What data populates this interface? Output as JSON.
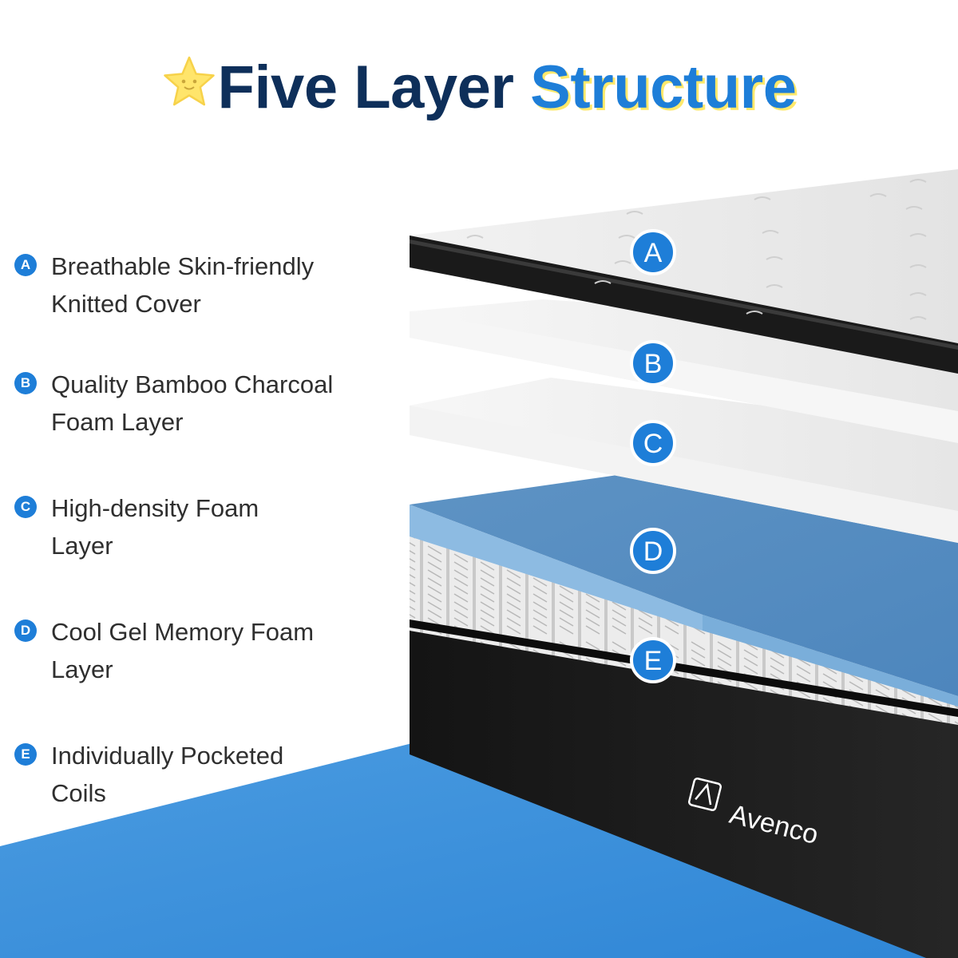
{
  "title": {
    "part1": "Five Layer",
    "part2": "Structure"
  },
  "colors": {
    "accent": "#1e7ed8",
    "title_dark": "#0e2f5a",
    "star": "#ffe56b",
    "gel_foam": "#7fb2dd",
    "floor": "#3a8fd9",
    "cover_edge": "#1a1a1a"
  },
  "icons": {
    "title_star": "star-icon",
    "brand_logo": "avenco-logo-icon"
  },
  "layers": [
    {
      "badge": "A",
      "line1": "Breathable Skin-friendly",
      "line2": "Knitted Cover"
    },
    {
      "badge": "B",
      "line1": "Quality Bamboo Charcoal",
      "line2": "Foam Layer"
    },
    {
      "badge": "C",
      "line1": "High-density Foam",
      "line2": "Layer"
    },
    {
      "badge": "D",
      "line1": "Cool Gel Memory Foam",
      "line2": "Layer"
    },
    {
      "badge": "E",
      "line1": "Individually Pocketed",
      "line2": "Coils"
    }
  ],
  "callouts": [
    "A",
    "B",
    "C",
    "D",
    "E"
  ],
  "brand": {
    "name": "Avenco"
  }
}
